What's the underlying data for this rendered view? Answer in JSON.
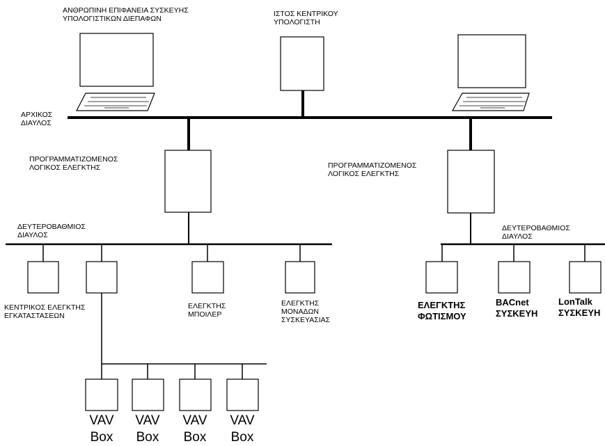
{
  "labels": {
    "hmi": [
      "ΑΝΘΡΩΠΙΝΗ ΕΠΙΦΑΝΕΙΑ ΣΥΣΚΕΥΗΣ",
      "ΥΠΟΛΟΓΙΣΤΙΚΩΝ ΔΙΕΠΑΦΩΝ"
    ],
    "host": [
      "ΙΣΤΟΣ ΚΕΝΤΡΙΚΟΥ",
      "ΥΠΟΛΟΓΙΣΤΗ"
    ],
    "primary_bus": [
      "ΑΡΧΙΚΟΣ",
      "ΔΙΑΥΛΟΣ"
    ],
    "plc_left": [
      "ΠΡΟΓΡΑΜΜΑΤΙΖΟΜΕΝΟΣ",
      "ΛΟΓΙΚΟΣ ΕΛΕΓΚΤΗΣ"
    ],
    "plc_right": [
      "ΠΡΟΓΡΑΜΜΑΤΙΖΟΜΕΝΟΣ",
      "ΛΟΓΙΚΟΣ ΕΛΕΓΚΤΗΣ"
    ],
    "secondary_bus_left": [
      "ΔΕΥΤΕΡΟΒΑΘΜΙΟΣ",
      "ΔΙΑΥΛΟΣ"
    ],
    "secondary_bus_right": [
      "ΔΕΥΤΕΡΟΒΑΘΜΙΟΣ",
      "ΔΙΑΥΛΟΣ"
    ],
    "central_controller": [
      "ΚΕΝΤΡΙΚΟΣ ΕΛΕΓΚΤΗΣ",
      "ΕΓΚΑΤΑΣΤΑΣΕΩΝ"
    ],
    "boiler_controller": [
      "ΕΛΕΓΚΤΗΣ",
      "ΜΠΟΙΛΕΡ"
    ],
    "packaging_controller": [
      "ΕΛΕΓΚΤΗΣ",
      "ΜΟΝΑΔΩΝ",
      "ΣΥΣΚΕΥΑΣΙΑΣ"
    ],
    "lighting_controller": [
      "ΕΛΕΓΚΤΗΣ",
      "ΦΩΤΙΣΜΟΥ"
    ],
    "bacnet_device": [
      "BACnet",
      "ΣΥΣΚΕΥΗ"
    ],
    "lontalk_device": [
      "LonTalk",
      "ΣΥΣΚΕΥΗ"
    ],
    "vav_box": [
      "VAV",
      "Box"
    ]
  }
}
